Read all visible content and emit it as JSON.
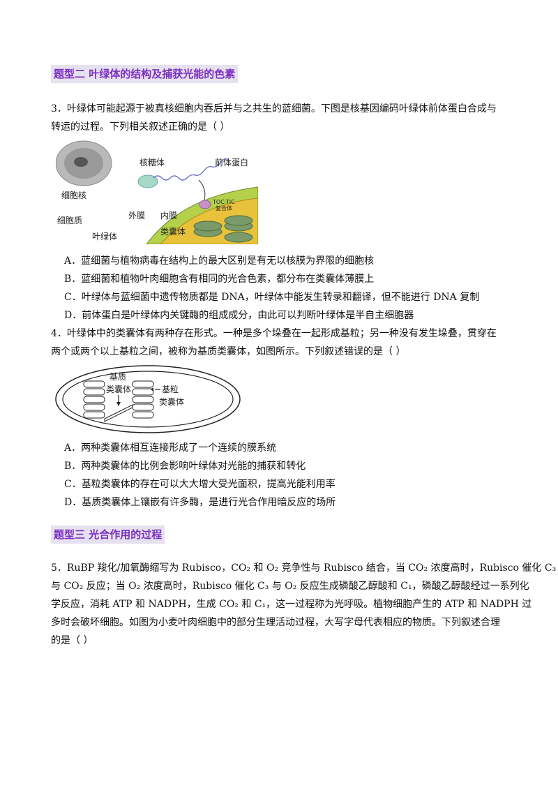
{
  "section2": {
    "heading": "题型二  叶绿体的结构及捕获光能的色素",
    "q3": {
      "line1": "3．叶绿体可能起源于被真核细胞内吞后并与之共生的蓝细菌。下图是核基因编码叶绿体前体蛋白合成与",
      "line2": "转运的过程。下列相关叙述正确的是（    ）",
      "figure": {
        "ribosome": "核糖体",
        "precursor": "前体蛋白",
        "nucleus": "细胞核",
        "cytoplasm": "细胞质",
        "chloroplast": "叶绿体",
        "outer_membrane": "外膜",
        "inner_membrane": "内膜",
        "thylakoid": "类囊体",
        "complex_top": "TOC-TIC",
        "complex_bottom": "复合体"
      },
      "options": [
        "A．蓝细菌与植物病毒在结构上的最大区别是有无以核膜为界限的细胞核",
        "B．蓝细菌和植物叶肉细胞含有相同的光合色素，都分布在类囊体薄膜上",
        "C．叶绿体与蓝细菌中遗传物质都是 DNA，叶绿体中能发生转录和翻译，但不能进行 DNA 复制",
        "D．前体蛋白是叶绿体内关键酶的组成成分，由此可以判断叶绿体是半自主细胞器"
      ]
    },
    "q4": {
      "line1": "4．叶绿体中的类囊体有两种存在形式。一种是多个垛叠在一起形成基粒；另一种没有发生垛叠，贯穿在",
      "line2": "两个或两个以上基粒之间，被称为基质类囊体，如图所示。下列叙述错误的是（    ）",
      "figure": {
        "stroma_label_1": "基质",
        "stroma_label_2": "类囊体",
        "grana_label_1": "基粒",
        "grana_label_2": "类囊体"
      },
      "options": [
        "A．两种类囊体相互连接形成了一个连续的膜系统",
        "B．两种类囊体的比例会影响叶绿体对光能的捕获和转化",
        "C．基粒类囊体的存在可以大大增大受光面积，提高光能利用率",
        "D．基质类囊体上镶嵌有许多酶，是进行光合作用暗反应的场所"
      ]
    }
  },
  "section3": {
    "heading": "题型三  光合作用的过程",
    "q5": {
      "lines": [
        "5．RuBP 羧化/加氧酶缩写为 Rubisco，CO₂ 和 O₂ 竞争性与 Rubisco 结合，当 CO₂ 浓度高时，Rubisco 催化 C₃",
        "与 CO₂ 反应；当 O₂ 浓度高时，Rubisco 催化 C₃ 与 O₂ 反应生成磷酸乙醇酸和 C₁，磷酸乙醇酸经过一系列化",
        "学反应，消耗 ATP 和 NADPH，生成 CO₂ 和 C₁，这一过程称为光呼吸。植物细胞产生的 ATP 和 NADPH 过",
        "多时会破坏细胞。如图为小麦叶肉细胞中的部分生理活动过程，大写字母代表相应的物质。下列叙述合理",
        "的是（    ）"
      ]
    }
  },
  "colors": {
    "heading_bg": "#e6e1ef",
    "heading_text": "#7a2fc0",
    "chloroplast_fill": "#c8e04a",
    "stroma_fill": "#e8c23a",
    "thylakoid_fill": "#7a9a6a"
  }
}
